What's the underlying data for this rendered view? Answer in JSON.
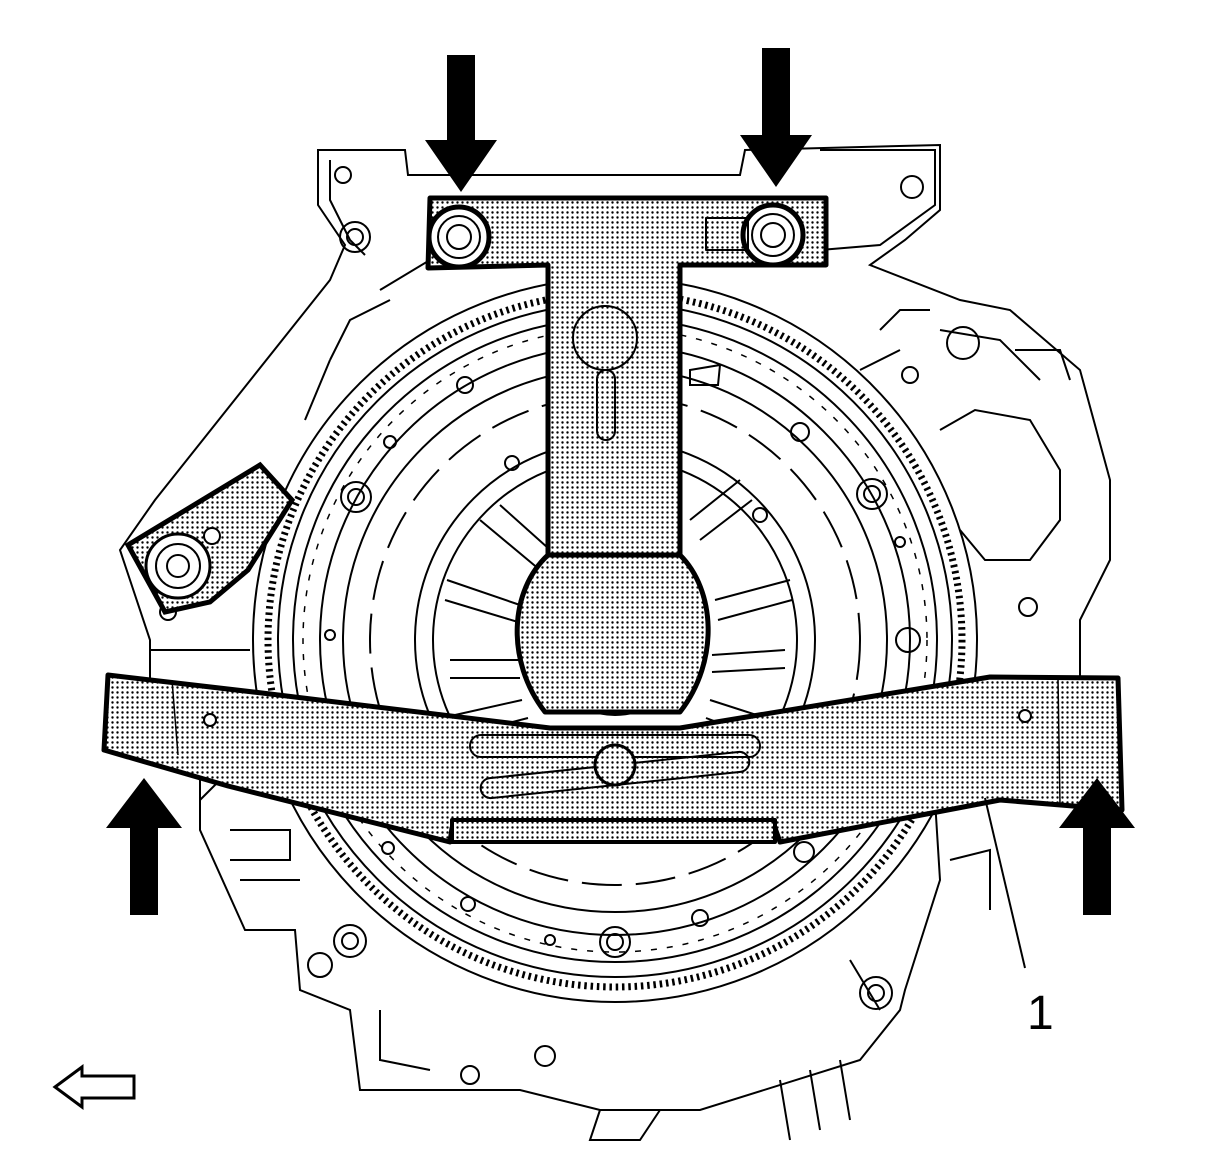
{
  "figure": {
    "callouts": [
      {
        "label": "1",
        "target": "flywheel-holding-tool"
      }
    ],
    "markers": [
      {
        "name": "force-arrow",
        "direction": "down",
        "count": 2
      },
      {
        "name": "force-arrow",
        "direction": "up",
        "count": 2
      },
      {
        "name": "vehicle-front-arrow",
        "direction": "left",
        "style": "outline"
      }
    ],
    "colors": {
      "line": "#000000",
      "background": "#ffffff",
      "tool_fill": "stippled-grey"
    }
  }
}
